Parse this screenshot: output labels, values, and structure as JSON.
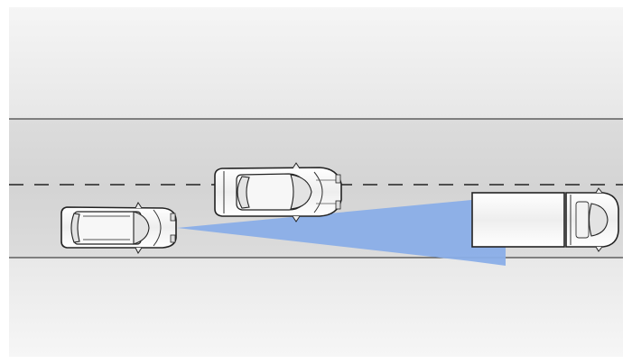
{
  "diagram": {
    "type": "driver-assistance road scene (top view)",
    "road": {
      "lanes": 2,
      "center_line": "dashed"
    },
    "vehicles": [
      {
        "name": "ego-car",
        "kind": "station wagon",
        "lane": "right"
      },
      {
        "name": "overtaking-car",
        "kind": "sedan",
        "lane": "left"
      },
      {
        "name": "truck",
        "kind": "box truck",
        "lane": "right"
      }
    ],
    "sensor_beam": {
      "from": "ego-car",
      "toward": "truck"
    }
  },
  "colors": {
    "background": "#ececec",
    "road": "#d9d9d9",
    "road_edge": "#444444",
    "lane_marking": "#222222",
    "beam": "#8aaee8",
    "vehicle_body": "#f4f4f4",
    "vehicle_outline": "#222222"
  }
}
